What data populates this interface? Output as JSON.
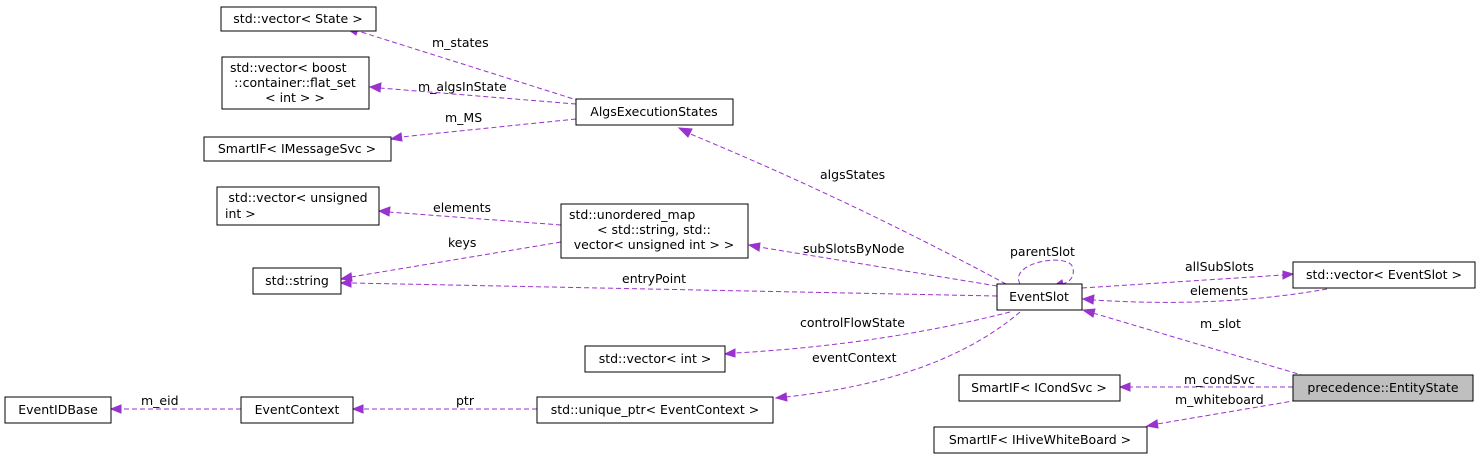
{
  "diagram": {
    "nodes": [
      {
        "id": "n_vec_state",
        "lines": [
          "std::vector< State >"
        ]
      },
      {
        "id": "n_vec_flatset",
        "lines": [
          "std::vector< boost",
          "::container::flat_set",
          "< int > >"
        ]
      },
      {
        "id": "n_smartif_msg",
        "lines": [
          "SmartIF< IMessageSvc >"
        ]
      },
      {
        "id": "n_algs_exec",
        "lines": [
          "AlgsExecutionStates"
        ]
      },
      {
        "id": "n_vec_uint",
        "lines": [
          "std::vector< unsigned",
          "int >"
        ]
      },
      {
        "id": "n_unordered_map",
        "lines": [
          "std::unordered_map",
          "< std::string, std::",
          "vector< unsigned int > >"
        ]
      },
      {
        "id": "n_string",
        "lines": [
          "std::string"
        ]
      },
      {
        "id": "n_event_slot",
        "lines": [
          "EventSlot"
        ]
      },
      {
        "id": "n_vec_eventslot",
        "lines": [
          "std::vector< EventSlot >"
        ]
      },
      {
        "id": "n_vec_int",
        "lines": [
          "std::vector< int >"
        ]
      },
      {
        "id": "n_eventid",
        "lines": [
          "EventIDBase"
        ]
      },
      {
        "id": "n_eventctx",
        "lines": [
          "EventContext"
        ]
      },
      {
        "id": "n_uptr_ctx",
        "lines": [
          "std::unique_ptr< EventContext >"
        ]
      },
      {
        "id": "n_smartif_cond",
        "lines": [
          "SmartIF< ICondSvc >"
        ]
      },
      {
        "id": "n_entity_state",
        "lines": [
          "precedence::EntityState"
        ]
      },
      {
        "id": "n_smartif_hive",
        "lines": [
          "SmartIF< IHiveWhiteBoard >"
        ]
      }
    ],
    "edges": [
      {
        "id": "e_states",
        "label": "m_states"
      },
      {
        "id": "e_algsinstate",
        "label": "m_algsInState"
      },
      {
        "id": "e_ms",
        "label": "m_MS"
      },
      {
        "id": "e_algsstates",
        "label": "algsStates"
      },
      {
        "id": "e_elements1",
        "label": "elements"
      },
      {
        "id": "e_keys",
        "label": "keys"
      },
      {
        "id": "e_subslots",
        "label": "subSlotsByNode"
      },
      {
        "id": "e_entry",
        "label": "entryPoint"
      },
      {
        "id": "e_parent",
        "label": "parentSlot"
      },
      {
        "id": "e_allsub",
        "label": "allSubSlots"
      },
      {
        "id": "e_elements2",
        "label": "elements"
      },
      {
        "id": "e_cfs",
        "label": "controlFlowState"
      },
      {
        "id": "e_evctx",
        "label": "eventContext"
      },
      {
        "id": "e_slot",
        "label": "m_slot"
      },
      {
        "id": "e_eid",
        "label": "m_eid"
      },
      {
        "id": "e_ptr",
        "label": "ptr"
      },
      {
        "id": "e_cond",
        "label": "m_condSvc"
      },
      {
        "id": "e_wb",
        "label": "m_whiteboard"
      }
    ]
  }
}
